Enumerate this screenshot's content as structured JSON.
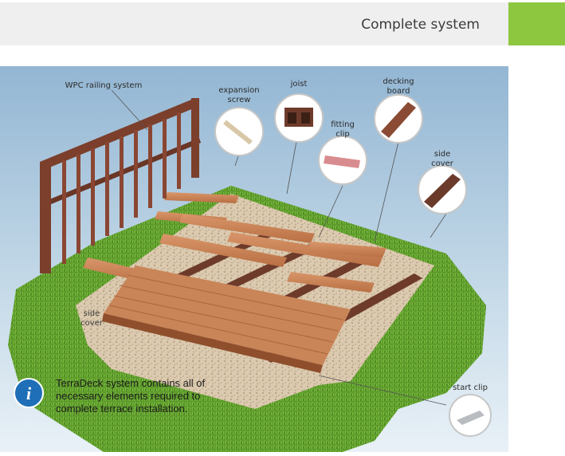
{
  "header": {
    "title": "Complete system",
    "accent_color": "#8dc63f"
  },
  "callouts": {
    "railing": "WPC railing system",
    "expansion_screw": "expansion\nscrew",
    "joist": "joist",
    "fitting_clip": "fitting\nclip",
    "decking_board": "decking\nboard",
    "side_cover": "side\ncover",
    "side_cover_lower": "side\ncover",
    "start_clip": "start clip"
  },
  "info": {
    "icon": "info-icon",
    "text": "TerraDeck system contains  all of necessary elements required to complete terrace installation."
  },
  "colors": {
    "sky": "#a9c6dd",
    "grass": "#5f9a2e",
    "gravel": "#d9c7a6",
    "board": "#c98558",
    "joist": "#6e3b2b",
    "info_blue": "#1e6fb8"
  }
}
